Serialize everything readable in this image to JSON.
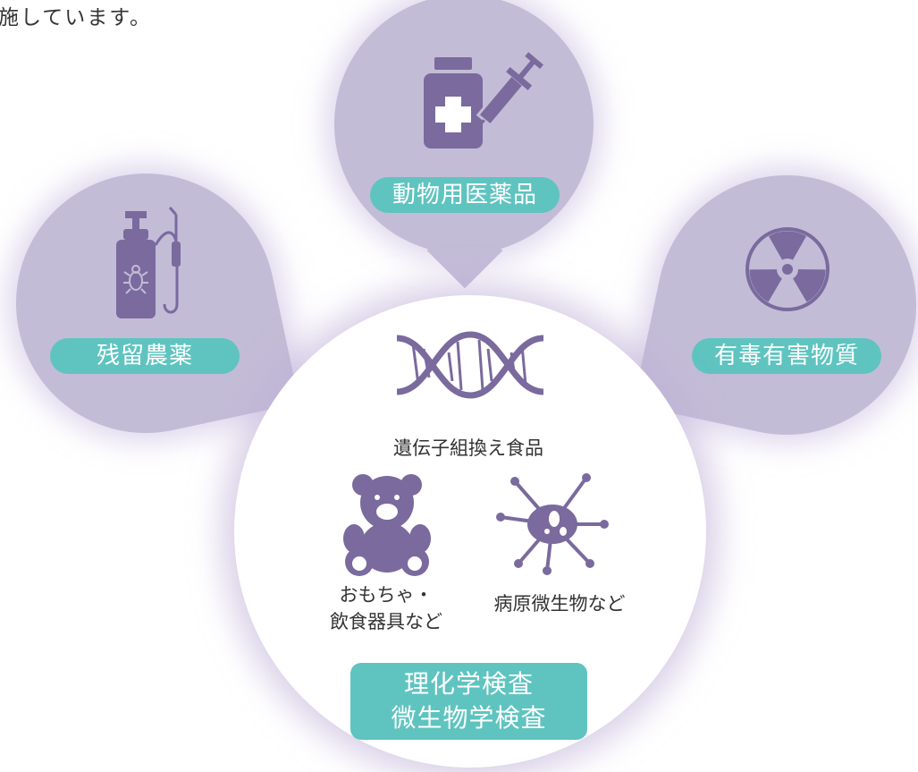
{
  "intro_text": "施しています。",
  "categories": {
    "veterinary_drugs": "動物用医薬品",
    "pesticide_residues": "残留農薬",
    "toxic_substances": "有毒有害物質"
  },
  "center": {
    "gmo_food": "遺伝子組換え食品",
    "toys_line1": "おもちゃ・",
    "toys_line2": "飲食器具など",
    "pathogens": "病原微生物など",
    "tests_line1": "理化学検査",
    "tests_line2": "微生物学検査"
  },
  "colors": {
    "bubble": "#c3bcd6",
    "icon": "#7a6a9e",
    "accent": "#5fc4c0"
  }
}
